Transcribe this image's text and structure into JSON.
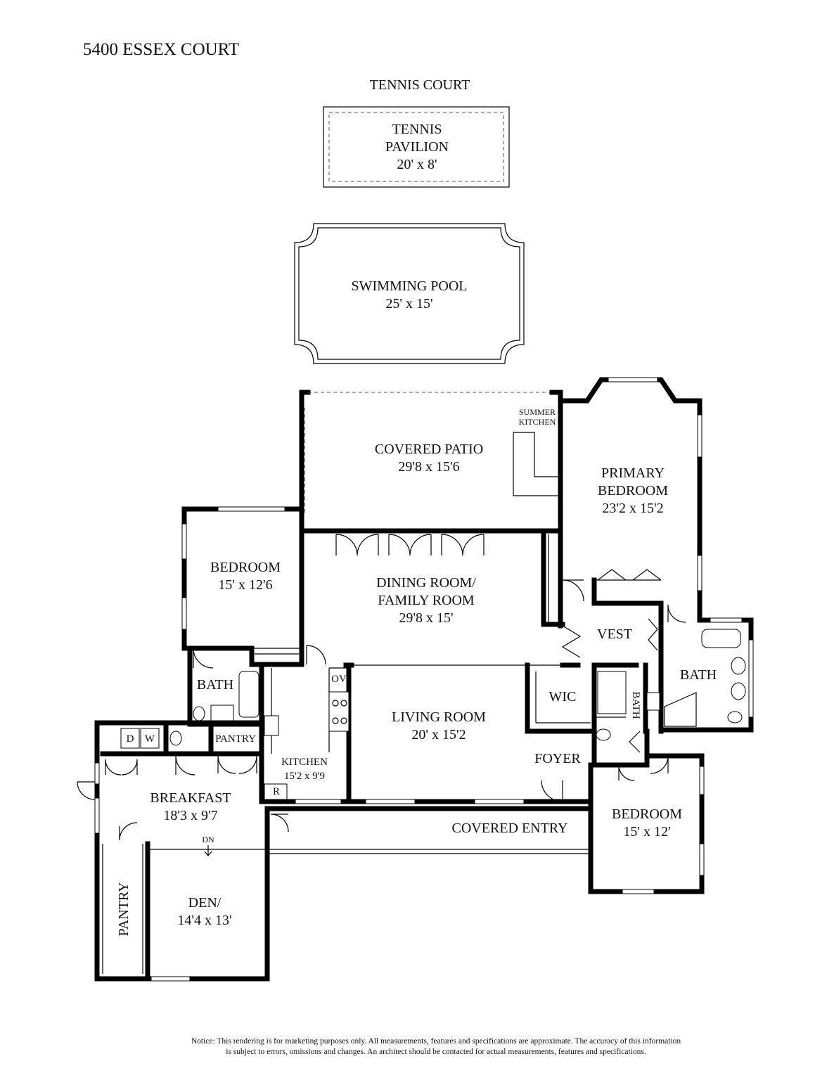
{
  "title": "5400 ESSEX COURT",
  "labels": {
    "tennis_court": "TENNIS COURT",
    "tennis_pavilion": [
      "TENNIS",
      "PAVILION",
      "20' x 8'"
    ],
    "swimming_pool": [
      "SWIMMING POOL",
      "25' x 15'"
    ],
    "covered_patio": [
      "COVERED PATIO",
      "29'8 x 15'6"
    ],
    "summer_kitchen": [
      "SUMMER",
      "KITCHEN"
    ],
    "primary_bedroom": [
      "PRIMARY",
      "BEDROOM",
      "23'2 x 15'2"
    ],
    "bedroom_west": [
      "BEDROOM",
      "15' x 12'6"
    ],
    "dining_family": [
      "DINING ROOM/",
      "FAMILY ROOM",
      "29'8  x 15'"
    ],
    "vest": "VEST",
    "bath_primary": "BATH",
    "bath_west": "BATH",
    "bath_small": "BATH",
    "wic": "WIC",
    "living_room": [
      "LIVING ROOM",
      "20' x 15'2"
    ],
    "foyer": "FOYER",
    "kitchen": [
      "KITCHEN",
      "15'2 x 9'9"
    ],
    "ov": "OV",
    "r": "R",
    "pantry_small": "PANTRY",
    "d": "D",
    "w": "W",
    "breakfast": [
      "BREAKFAST",
      "18'3 x 9'7"
    ],
    "dn": "DN",
    "covered_entry": "COVERED ENTRY",
    "bedroom_east": [
      "BEDROOM",
      "15' x 12'"
    ],
    "den": [
      "DEN/",
      "14'4 x 13'"
    ],
    "pantry_vertical": "PANTRY"
  },
  "notice": [
    "Notice: This rendering is for marketing purposes only. All measurements, features and specifications are approximate. The accuracy of this information",
    "is subject to errors, omissions and changes. An architect should be contacted for actual measurements, features and specifications."
  ]
}
